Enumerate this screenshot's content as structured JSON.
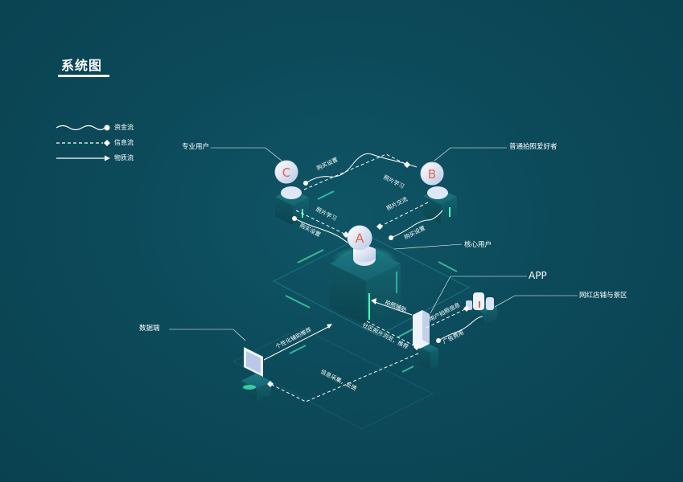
{
  "title": "系统图",
  "legend": [
    {
      "label": "资金流",
      "type": "wavy-dot"
    },
    {
      "label": "信息流",
      "type": "dashed-diamond"
    },
    {
      "label": "物质流",
      "type": "arrow"
    }
  ],
  "nodes": {
    "a": {
      "letter": "A",
      "label": "核心用户"
    },
    "b": {
      "letter": "B",
      "label": "普通拍照爱好者"
    },
    "c": {
      "letter": "C",
      "label": "专业用户"
    },
    "app": {
      "label": "APP"
    },
    "shops": {
      "label": "网红店铺与景区"
    },
    "data": {
      "label": "数据端"
    }
  },
  "flows": {
    "c_b_buy": "购买设置",
    "c_b_learn": "照片学习",
    "a_c_learn": "照片学习",
    "a_c_buy": "购买设置",
    "a_b_exchange": "照片交流",
    "a_b_buy": "购买设置",
    "app_a_assist": "拍照辅助",
    "a_app_browse": "社区照片浏览，推荐",
    "app_user_info": "用户拍照信息",
    "app_shop_fee": "广告费用",
    "data_a_recommend": "个性化辅助推荐",
    "app_data_feedback": "信息采集，反馈"
  },
  "colors": {
    "background": "#0c4a5a",
    "accent": "#3ef0b0",
    "node_letter": "#e8644a",
    "line": "#ffffff"
  }
}
